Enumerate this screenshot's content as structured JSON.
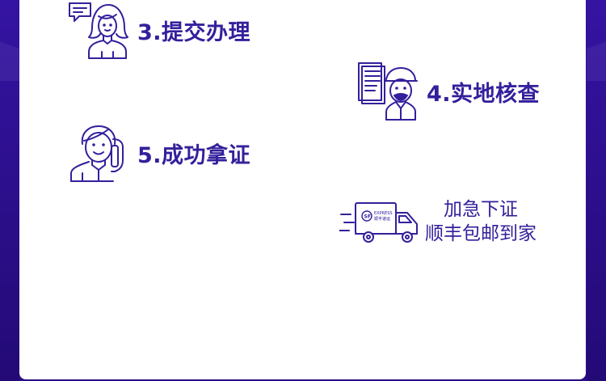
{
  "colors": {
    "accent": "#33209c",
    "frame": "#2a0e86",
    "card": "#ffffff"
  },
  "steps": [
    {
      "label": "3.提交办理",
      "icon": "woman-speech-bubble-icon"
    },
    {
      "label": "4.实地核查",
      "icon": "inspector-document-icon"
    },
    {
      "label": "5.成功拿证",
      "icon": "man-phone-icon"
    }
  ],
  "delivery": {
    "line1": "加急下证",
    "line2": "顺丰包邮到家",
    "truck_logo_text": "EXPRESS",
    "truck_logo_cn": "顺丰速运",
    "icon": "delivery-truck-icon"
  }
}
